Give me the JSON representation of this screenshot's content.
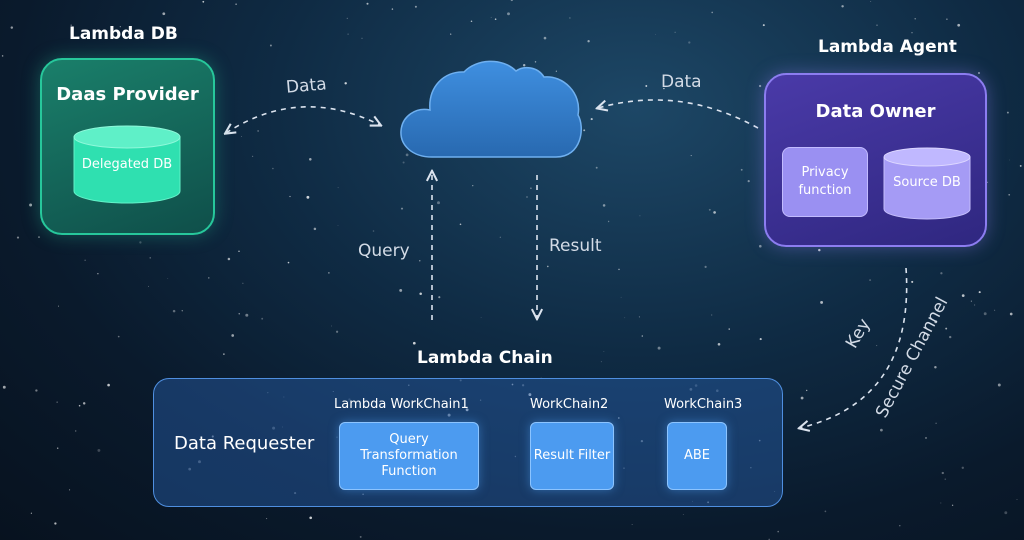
{
  "lambda_db": {
    "heading": "Lambda DB",
    "provider_title": "Daas Provider",
    "db_label": "Delegated DB"
  },
  "lambda_agent": {
    "heading": "Lambda Agent",
    "owner_title": "Data Owner",
    "privacy_function": "Privacy function",
    "db_label": "Source DB"
  },
  "edges": {
    "data_left": "Data",
    "data_right": "Data",
    "query": "Query",
    "result": "Result",
    "key": "Key",
    "secure_channel": "Secure Channel"
  },
  "lambda_chain": {
    "heading": "Lambda Chain",
    "requester": "Data Requester",
    "workchains": [
      {
        "title": "Lambda WorkChain1",
        "box": "Query Transformation Function"
      },
      {
        "title": "WorkChain2",
        "box": "Result Filter"
      },
      {
        "title": "WorkChain3",
        "box": "ABE"
      }
    ]
  },
  "colors": {
    "provider_accent": "#27c79b",
    "owner_accent": "#8c7df0",
    "chain_accent": "#4c9bf0",
    "cloud": "#3a88d6"
  }
}
